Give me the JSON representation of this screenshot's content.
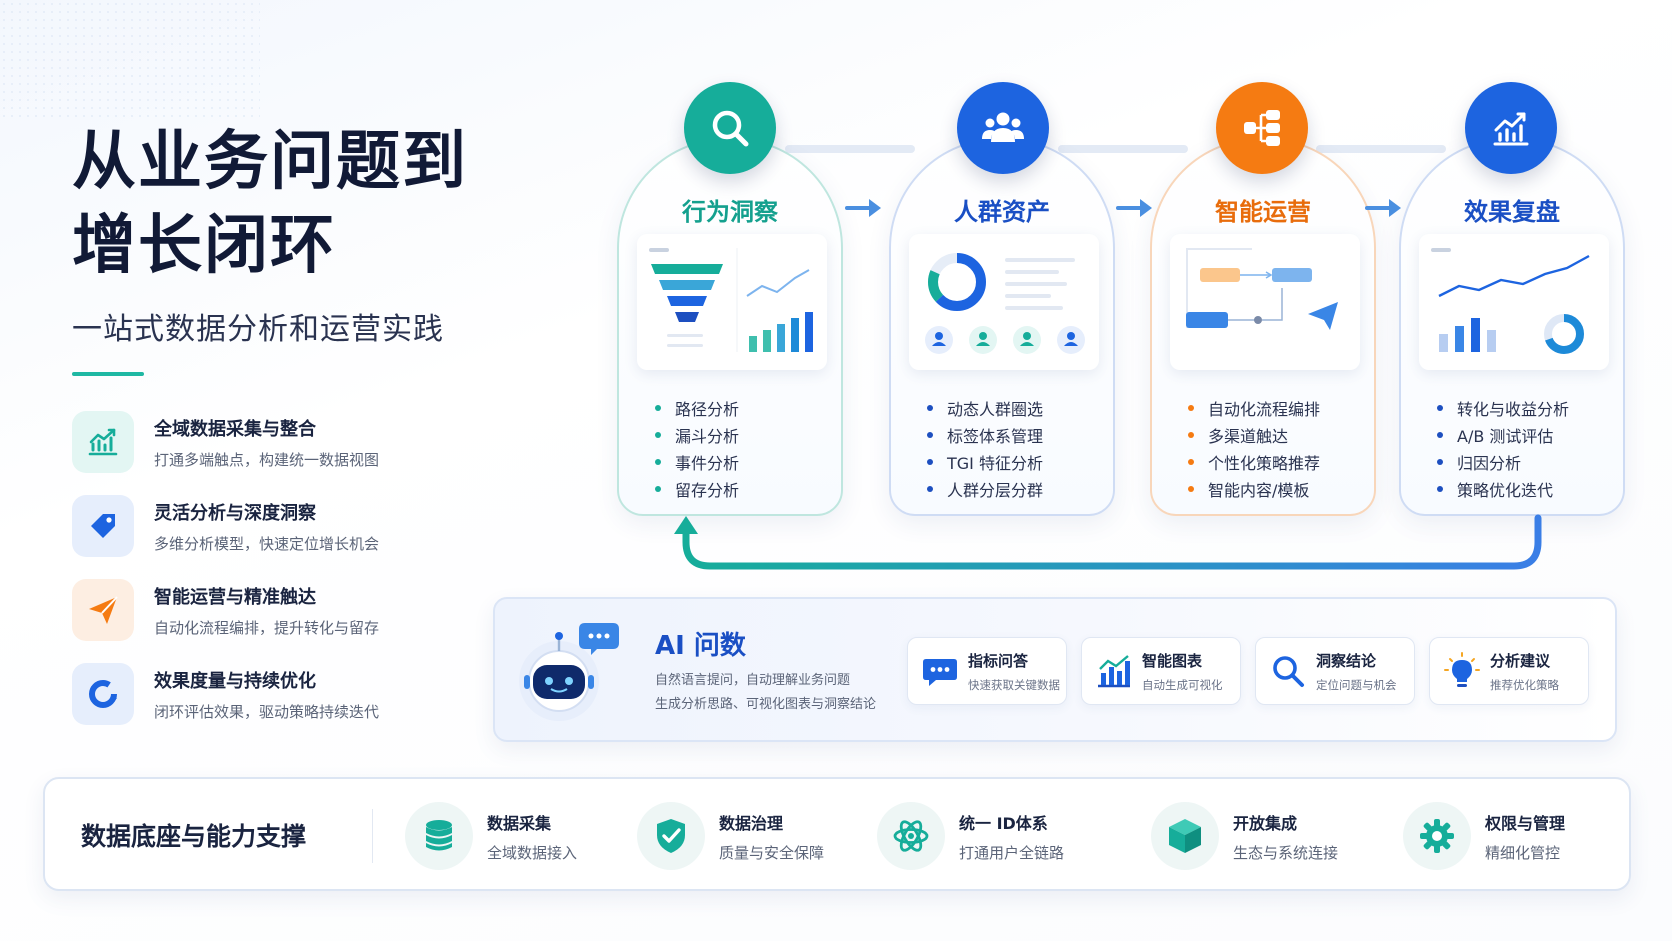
{
  "hero": {
    "title_line1": "从业务问题到",
    "title_line2": "增长闭环",
    "subtitle": "一站式数据分析和运营实践"
  },
  "features": [
    {
      "title": "全域数据采集与整合",
      "desc": "打通多端触点，构建统一数据视图",
      "icon": "chart-line-icon"
    },
    {
      "title": "灵活分析与深度洞察",
      "desc": "多维分析模型，快速定位增长机会",
      "icon": "tag-icon"
    },
    {
      "title": "智能运营与精准触达",
      "desc": "自动化流程编排，提升转化与留存",
      "icon": "paper-plane-icon"
    },
    {
      "title": "效果度量与持续优化",
      "desc": "闭环评估效果，驱动策略持续迭代",
      "icon": "cycle-icon"
    }
  ],
  "flow": [
    {
      "title": "行为洞察",
      "icon": "search-icon",
      "color": "#16ad9a",
      "items": [
        "路径分析",
        "漏斗分析",
        "事件分析",
        "留存分析"
      ]
    },
    {
      "title": "人群资产",
      "icon": "users-icon",
      "color": "#1d64e0",
      "items": [
        "动态人群圈选",
        "标签体系管理",
        "TGI 特征分析",
        "人群分层分群"
      ]
    },
    {
      "title": "智能运营",
      "icon": "flow-icon",
      "color": "#f57b12",
      "items": [
        "自动化流程编排",
        "多渠道触达",
        "个性化策略推荐",
        "智能内容/模板"
      ]
    },
    {
      "title": "效果复盘",
      "icon": "growth-chart-icon",
      "color": "#1d64e0",
      "items": [
        "转化与收益分析",
        "A/B 测试评估",
        "归因分析",
        "策略优化迭代"
      ]
    }
  ],
  "ai": {
    "title": "AI 问数",
    "desc_line1": "自然语言提问，自动理解业务问题",
    "desc_line2": "生成分析思路、可视化图表与洞察结论",
    "items": [
      {
        "title": "指标问答",
        "desc": "快速获取关键数据",
        "icon": "chat-bubble-icon"
      },
      {
        "title": "智能图表",
        "desc": "自动生成可视化",
        "icon": "bar-chart-icon"
      },
      {
        "title": "洞察结论",
        "desc": "定位问题与机会",
        "icon": "magnifier-icon"
      },
      {
        "title": "分析建议",
        "desc": "推荐优化策略",
        "icon": "lightbulb-icon"
      }
    ]
  },
  "foundation": {
    "title": "数据底座与能力支撑",
    "items": [
      {
        "title": "数据采集",
        "desc": "全域数据接入",
        "icon": "database-icon"
      },
      {
        "title": "数据治理",
        "desc": "质量与安全保障",
        "icon": "shield-check-icon"
      },
      {
        "title": "统一 ID体系",
        "desc": "打通用户全链路",
        "icon": "atom-icon"
      },
      {
        "title": "开放集成",
        "desc": "生态与系统连接",
        "icon": "cube-icon"
      },
      {
        "title": "权限与管理",
        "desc": "精细化管控",
        "icon": "gear-icon"
      }
    ]
  }
}
